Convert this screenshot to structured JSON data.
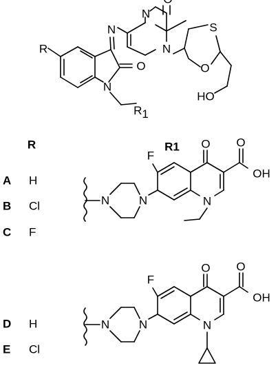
{
  "atoms": {
    "N": "N",
    "O": "O",
    "S": "S",
    "F": "F",
    "HO": "HO",
    "OH": "OH",
    "R": "R",
    "R1_base": "R",
    "R1_sub": "1"
  },
  "headers": {
    "r": "R",
    "r1": "R1"
  },
  "rows": [
    {
      "label": "A",
      "value": "H"
    },
    {
      "label": "B",
      "value": "Cl"
    },
    {
      "label": "C",
      "value": "F"
    },
    {
      "label": "D",
      "value": "H"
    },
    {
      "label": "E",
      "value": "Cl"
    }
  ]
}
